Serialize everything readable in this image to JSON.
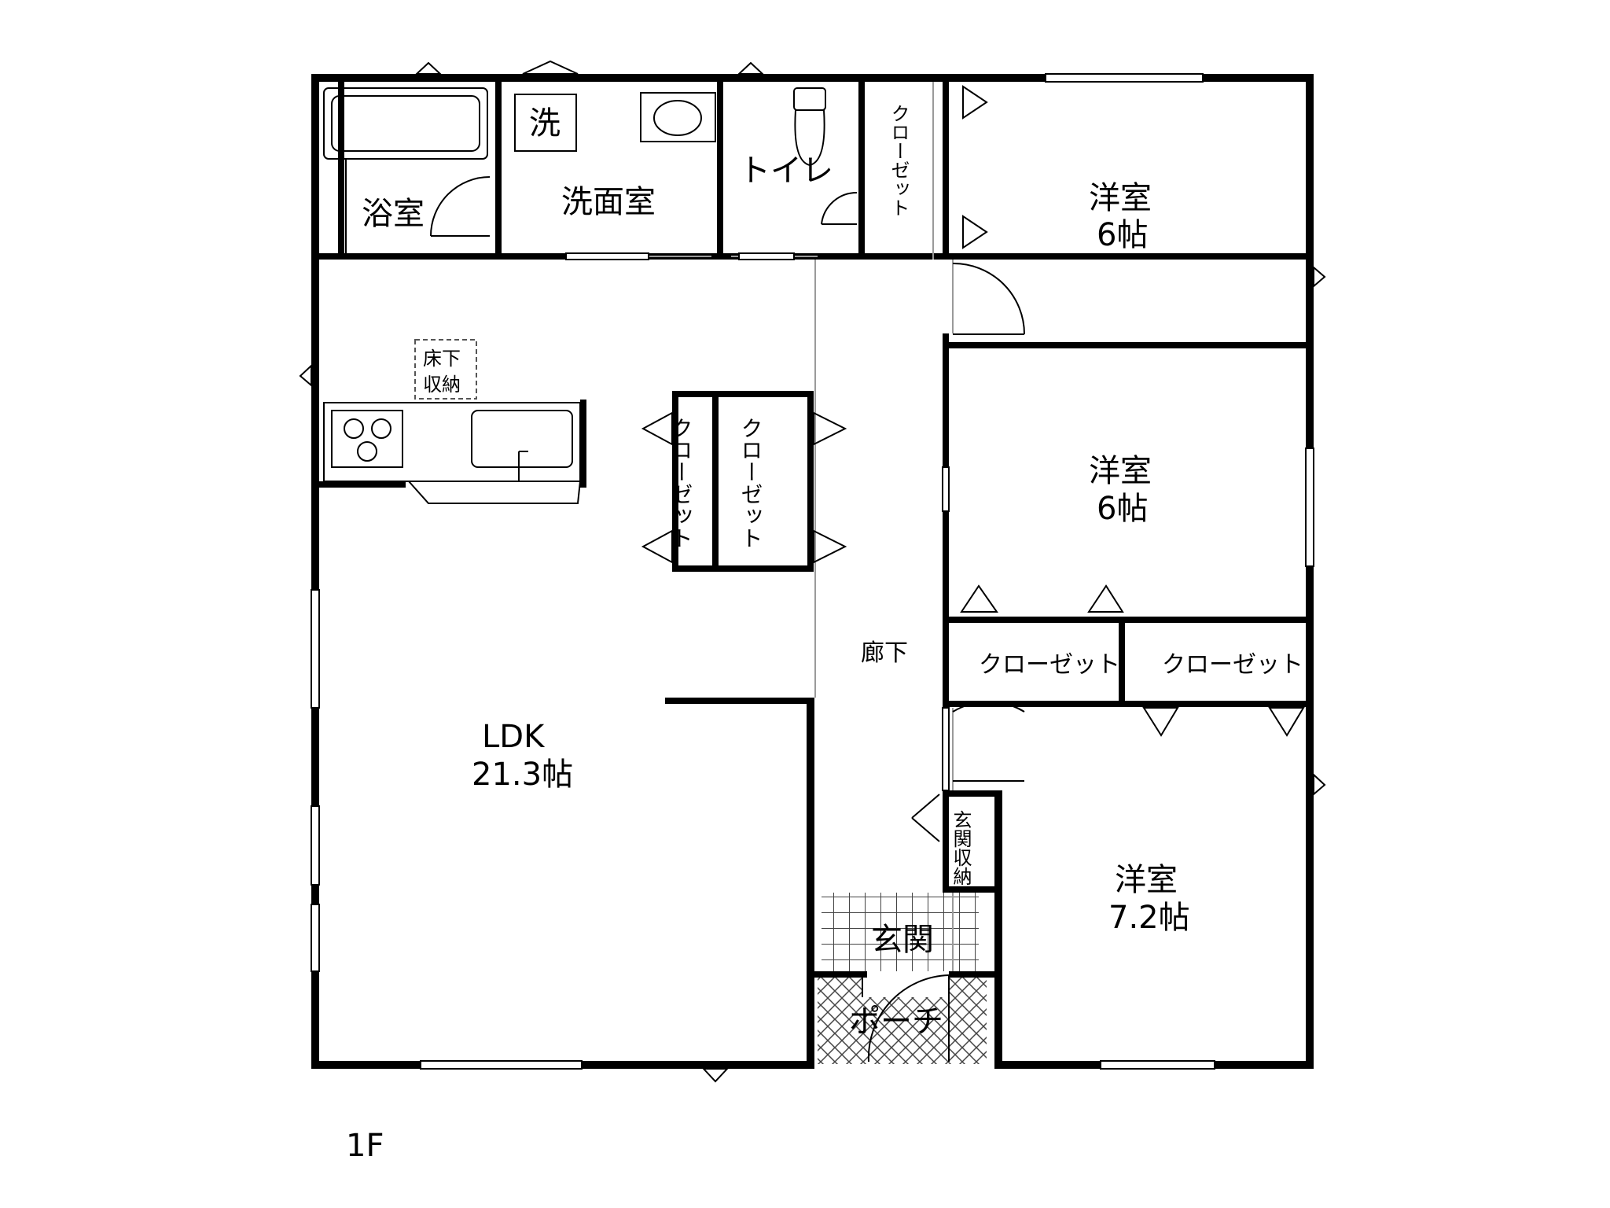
{
  "floor_label": "1F",
  "rooms": {
    "bath": "浴室",
    "washroom": "洗面室",
    "washer": "洗",
    "toilet": "トイレ",
    "closet_top": "クローゼット",
    "bedroom1_name": "洋室",
    "bedroom1_size": "6帖",
    "bedroom2_name": "洋室",
    "bedroom2_size": "6帖",
    "bedroom3_name": "洋室",
    "bedroom3_size": "7.2帖",
    "underfloor_1": "床下",
    "underfloor_2": "収納",
    "closet_mid_left": "クローゼット",
    "closet_mid_right": "クローゼット",
    "hallway": "廊下",
    "closet_h_left": "クローゼット",
    "closet_h_right": "クローゼット",
    "ldk_name": "LDK",
    "ldk_size": "21.3帖",
    "entrance_storage": "玄関収納",
    "entrance": "玄関",
    "porch": "ポーチ"
  }
}
